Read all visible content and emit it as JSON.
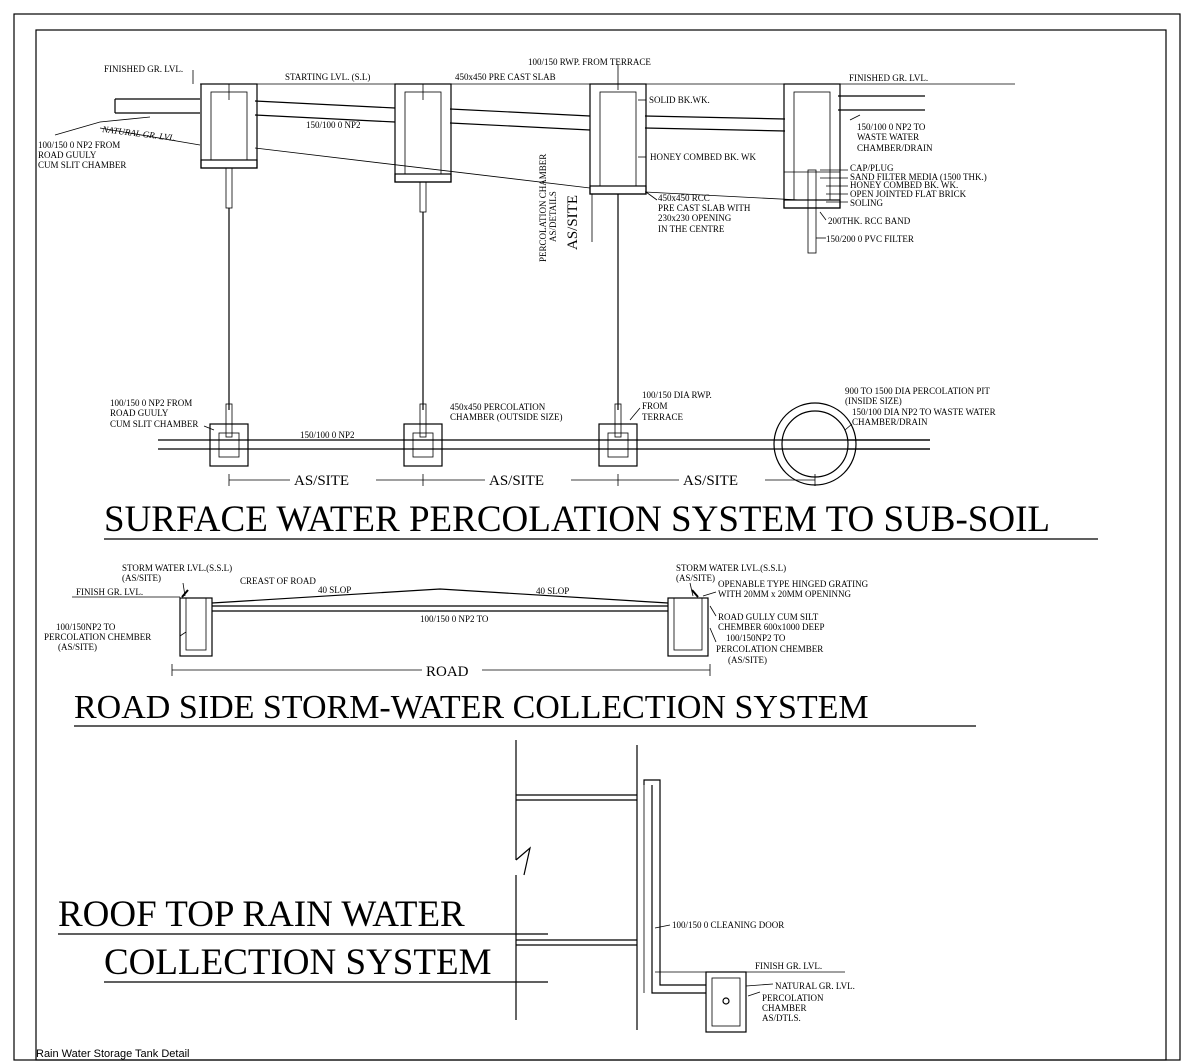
{
  "footer": {
    "caption": "Rain Water Storage Tank Detail"
  },
  "surface": {
    "title": "SURFACE WATER PERCOLATION SYSTEM TO SUB-SOIL",
    "sec": {
      "finished_gr_left": "FINISHED GR. LVL.",
      "starting_lvl": "STARTING LVL. (S.L)",
      "precast_slab": "450x450 PRE CAST SLAB",
      "rwp_terrace": "100/150 RWP. FROM TERRACE",
      "finished_gr_right": "FINISHED GR. LVL.",
      "solid_bkwk": "SOLID BK.WK.",
      "honey_bkwk": "HONEY COMBED BK. WK",
      "natural_gr": "NATURAL GR. LVL.",
      "np2_mid": "150/100 0 NP2",
      "np2_from_1": "100/150 0 NP2 FROM",
      "np2_from_2": "ROAD GUULY",
      "np2_from_3": "CUM SLIT CHAMBER",
      "waste_1": "150/100 0 NP2 TO",
      "waste_2": "WASTE WATER",
      "waste_3": "CHAMBER/DRAIN",
      "cap_plug": "CAP/PLUG",
      "sand_filter": "SAND FILTER MEDIA (1500 THK.)",
      "honey_bkwk2": "HONEY COMBED BK. WK.",
      "open_jointed": "OPEN JOINTED FLAT BRICK",
      "soling": "SOLING",
      "rcc_band": "200THK. RCC BAND",
      "pvc_filter": "150/200 0 PVC FILTER",
      "rcc_1": "450x450 RCC",
      "rcc_2": "PRE CAST SLAB WITH",
      "rcc_3": "230x230 OPENING",
      "rcc_4": "IN THE CENTRE",
      "perc_chamber_1": "PERCOLATION CHAMBER",
      "perc_chamber_2": "AS/DETAILS",
      "as_site_vert": "AS/SITE"
    },
    "plan": {
      "np2_from_1": "100/150 0 NP2 FROM",
      "np2_from_2": "ROAD GUULY",
      "np2_from_3": "CUM SLIT CHAMBER",
      "np2_mid": "150/100 0 NP2",
      "chamber_1": "450x450 PERCOLATION",
      "chamber_2": "CHAMBER (OUTSIDE SIZE)",
      "rwp_1": "100/150 DIA RWP.",
      "rwp_2": "FROM",
      "rwp_3": "TERRACE",
      "pit_1": "900 TO 1500 DIA PERCOLATION PIT",
      "pit_2": "(INSIDE SIZE)",
      "pit_3": "150/100 DIA NP2 TO WASTE WATER",
      "pit_4": "CHAMBER/DRAIN",
      "dim_1": "AS/SITE",
      "dim_2": "AS/SITE",
      "dim_3": "AS/SITE"
    }
  },
  "road": {
    "title": "ROAD SIDE STORM-WATER COLLECTION SYSTEM",
    "ssl_left_1": "STORM WATER LVL.(S.S.L)",
    "ssl_left_2": "(AS/SITE)",
    "crest": "CREAST OF ROAD",
    "finish_gr": "FINISH GR. LVL.",
    "slop_left": "40 SLOP",
    "slop_right": "40 SLOP",
    "ssl_right_1": "STORM WATER LVL.(S.S.L)",
    "ssl_right_2": "(AS/SITE)",
    "grating_1": "OPENABLE TYPE HINGED GRATING",
    "grating_2": "WITH 20MM x 20MM OPENINNG",
    "gully_1": "ROAD GULLY CUM SILT",
    "gully_2": "CHEMBER 600x1000 DEEP",
    "np2_right_1": "100/150NP2 TO",
    "np2_right_2": "PERCOLATION CHEMBER",
    "np2_right_3": "(AS/SITE)",
    "np2_left_1": "100/150NP2 TO",
    "np2_left_2": "PERCOLATION CHEMBER",
    "np2_left_3": "(AS/SITE)",
    "np2_center": "100/150 0 NP2 TO",
    "road_dim": "ROAD"
  },
  "roof": {
    "title_1": "ROOF TOP RAIN WATER",
    "title_2": "COLLECTION SYSTEM",
    "cleaning_door": "100/150 0 CLEANING DOOR",
    "finish_gr": "FINISH GR. LVL.",
    "natural_gr": "NATURAL GR. LVL.",
    "perc_1": "PERCOLATION",
    "perc_2": "CHAMBER",
    "perc_3": "AS/DTLS."
  }
}
